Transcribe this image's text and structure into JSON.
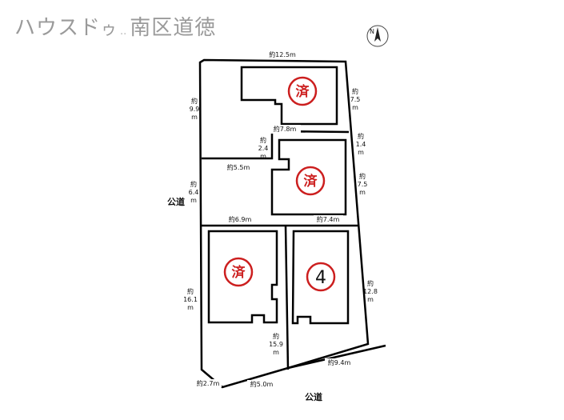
{
  "header": {
    "brand_katakana": "ハウスド",
    "brand_small": "ゥ",
    "brand_dots": "..",
    "area_name": "南区道徳"
  },
  "compass": {
    "north": "N"
  },
  "roads": {
    "west": "公道",
    "south": "公道"
  },
  "dimensions": {
    "top": "約12.5m",
    "left_upper": [
      "約",
      "9.9",
      "m"
    ],
    "right_upper": [
      "約",
      "7.5",
      "m"
    ],
    "mid_upper": "約7.8m",
    "right_small": [
      "約",
      "1.4",
      "m"
    ],
    "step_small": [
      "約",
      "2.4",
      "m"
    ],
    "inner_mid": "約5.5m",
    "left_mid": [
      "約",
      "6.4",
      "m"
    ],
    "right_mid": [
      "約",
      "7.5",
      "m"
    ],
    "lower_left_width": "約6.9m",
    "lower_right_width": "約7.4m",
    "left_lower": [
      "約",
      "16.1",
      "m"
    ],
    "right_lower": [
      "約",
      "12.8",
      "m"
    ],
    "center_lower": [
      "約",
      "15.9",
      "m"
    ],
    "bottom_left_corner": "約2.7m",
    "bottom_left": "約5.0m",
    "bottom_right": "約9.4m"
  },
  "stamps": {
    "sold": "済",
    "lot4": "4"
  },
  "colors": {
    "stamp": "#cc1f1f",
    "line": "#000000",
    "brand": "#9a9a9a"
  }
}
